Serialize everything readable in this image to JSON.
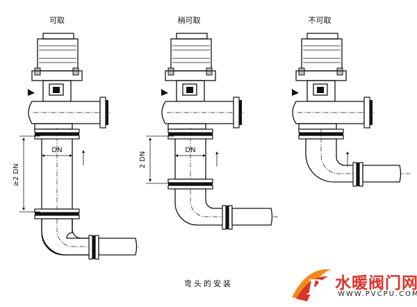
{
  "variants": [
    {
      "label": "可取",
      "dimension_label": "≥2 DN",
      "pipe_label": "DN"
    },
    {
      "label": "稍可取",
      "dimension_label": "2 DN",
      "pipe_label": "DN"
    },
    {
      "label": "不可取"
    }
  ],
  "caption": "弯头的安装",
  "watermark": {
    "brand": "水暖阀门网",
    "url": "WWW.PVCPU.COM",
    "logo_letter": "P"
  },
  "colors": {
    "watermark_red": "#d9342b",
    "watermark_orange": "#f08a1c"
  }
}
